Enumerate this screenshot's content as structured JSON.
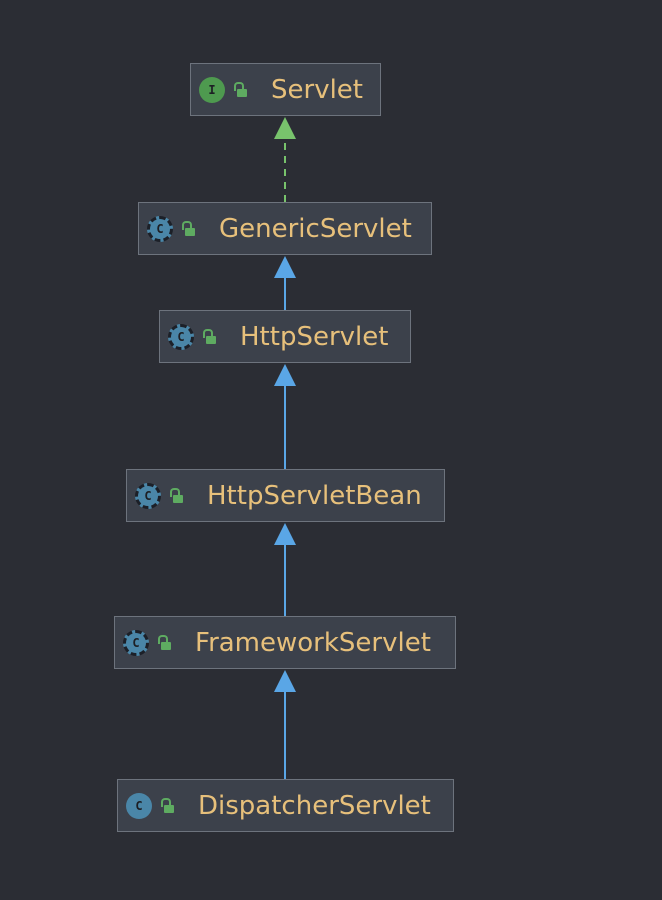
{
  "diagram": {
    "nodes": [
      {
        "id": "servlet",
        "label": "Servlet",
        "kind": "interface",
        "badge": "I",
        "icon": "interface-icon"
      },
      {
        "id": "generic-servlet",
        "label": "GenericServlet",
        "kind": "abstract",
        "badge": "C",
        "icon": "abstract-class-icon"
      },
      {
        "id": "http-servlet",
        "label": "HttpServlet",
        "kind": "abstract",
        "badge": "C",
        "icon": "abstract-class-icon"
      },
      {
        "id": "http-servlet-bean",
        "label": "HttpServletBean",
        "kind": "abstract",
        "badge": "C",
        "icon": "abstract-class-icon"
      },
      {
        "id": "framework-servlet",
        "label": "FrameworkServlet",
        "kind": "abstract",
        "badge": "C",
        "icon": "abstract-class-icon"
      },
      {
        "id": "dispatcher-servlet",
        "label": "DispatcherServlet",
        "kind": "class",
        "badge": "C",
        "icon": "class-icon"
      }
    ],
    "edges": [
      {
        "from": "generic-servlet",
        "to": "servlet",
        "type": "implements"
      },
      {
        "from": "http-servlet",
        "to": "generic-servlet",
        "type": "extends"
      },
      {
        "from": "http-servlet-bean",
        "to": "http-servlet",
        "type": "extends"
      },
      {
        "from": "framework-servlet",
        "to": "http-servlet-bean",
        "type": "extends"
      },
      {
        "from": "dispatcher-servlet",
        "to": "framework-servlet",
        "type": "extends"
      }
    ],
    "access_icon": "public-lock-icon",
    "colors": {
      "background": "#2b2d34",
      "node_fill": "#3c414b",
      "node_border": "#6d737d",
      "label": "#e7c07b",
      "interface_badge": "#4e9a4f",
      "class_badge": "#4a86a8",
      "implements_edge": "#78c36c",
      "extends_edge": "#5aa6e6",
      "lock": "#5eab61"
    }
  }
}
